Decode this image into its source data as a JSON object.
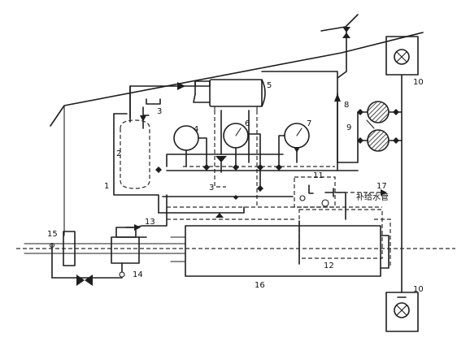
{
  "labels": {
    "l1": "1",
    "l2": "2",
    "l3a": "3",
    "l3b": "3",
    "l4": "4",
    "l5": "5",
    "l6": "6",
    "l7": "7",
    "l8": "8",
    "l9": "9",
    "l10a": "10",
    "l10b": "10",
    "l11": "11",
    "l12": "12",
    "l13": "13",
    "l14": "14",
    "l15": "15",
    "l16": "16",
    "l17": "17",
    "makeup": "补给水管"
  }
}
